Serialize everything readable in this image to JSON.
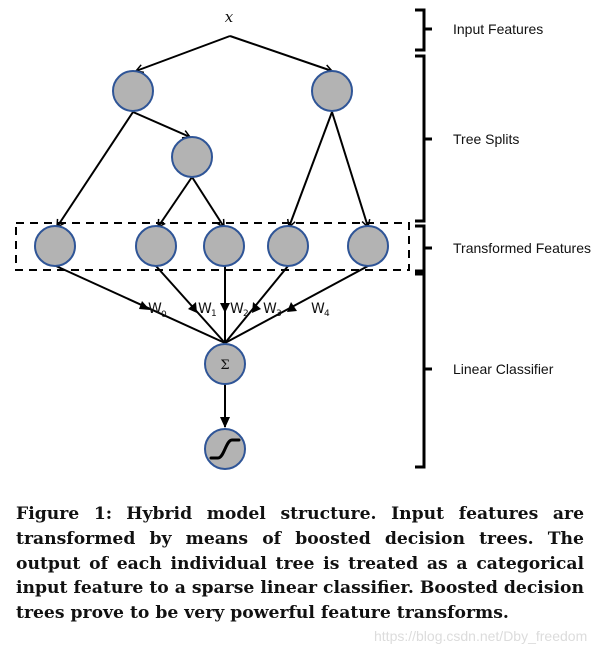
{
  "diagram": {
    "input_label": "x",
    "sum_symbol": "Σ",
    "weights": [
      {
        "base": "W",
        "sub": "0"
      },
      {
        "base": "W",
        "sub": "1"
      },
      {
        "base": "W",
        "sub": "2"
      },
      {
        "base": "W",
        "sub": "3"
      },
      {
        "base": "W",
        "sub": "4"
      }
    ],
    "stages": [
      {
        "label": "Input Features"
      },
      {
        "label": "Tree Splits"
      },
      {
        "label": "Transformed Features"
      },
      {
        "label": "Linear Classifier"
      }
    ],
    "colors": {
      "node_fill": "#b3b3b3",
      "node_stroke": "#2f5597"
    }
  },
  "caption": {
    "figure_label": "Figure 1:",
    "text": "Hybrid model structure. Input features are transformed by means of boosted decision trees. The output of each individual tree is treated as a categorical input feature to a sparse linear classifier. Boosted decision trees prove to be very powerful feature transforms."
  },
  "watermark": "https://blog.csdn.net/Dby_freedom"
}
